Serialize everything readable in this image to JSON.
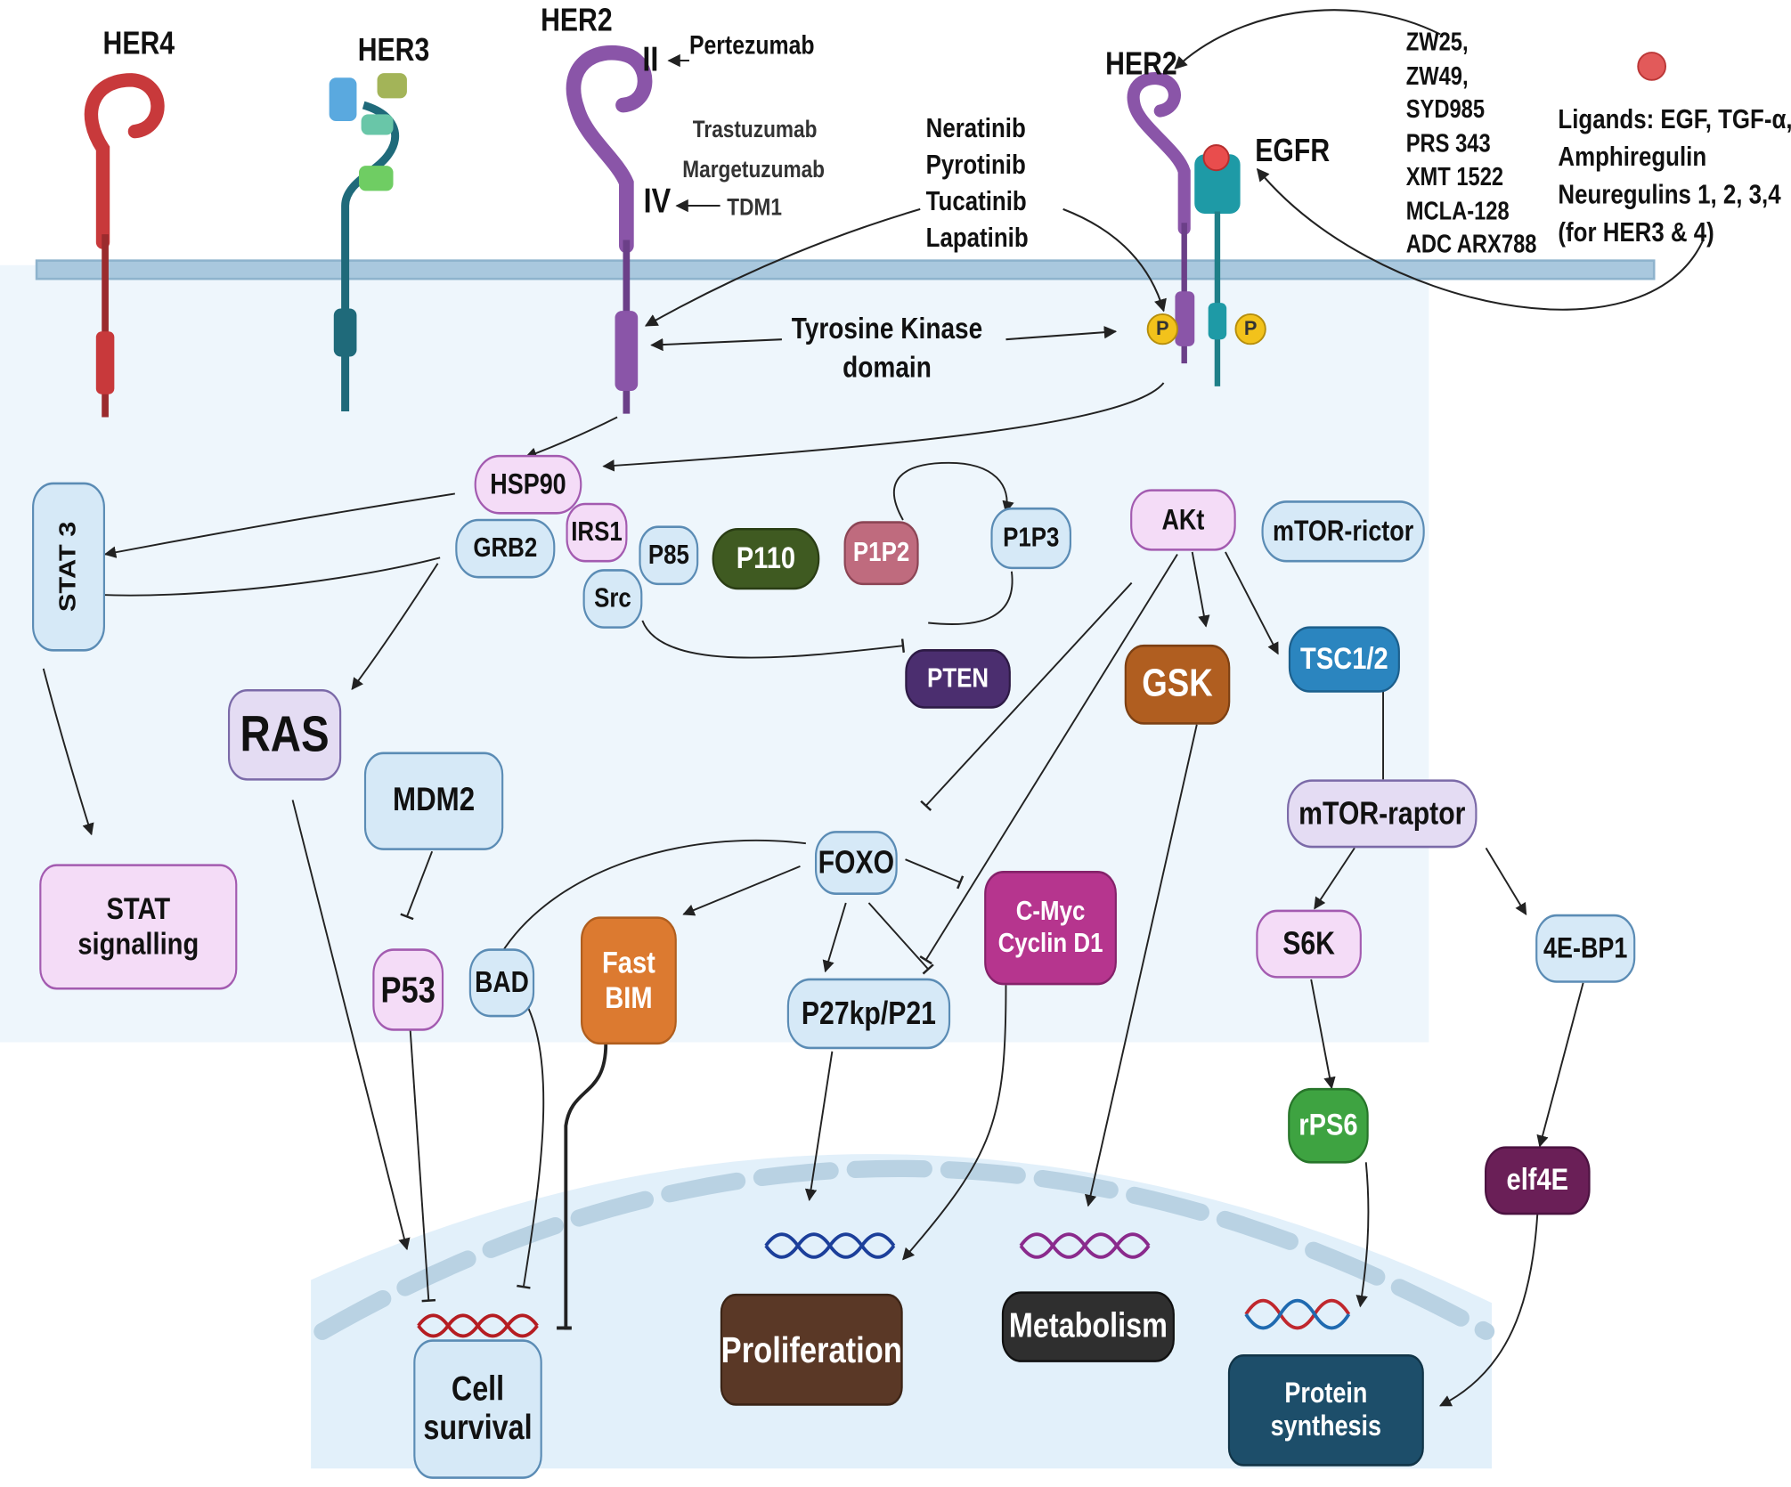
{
  "receptors": {
    "her4": "HER4",
    "her3": "HER3",
    "her2": "HER2",
    "her2_right": "HER2",
    "egfr": "EGFR"
  },
  "domains": {
    "ii": "II",
    "iv": "IV"
  },
  "drugs": {
    "pertezumab": "Pertezumab",
    "antibodies": [
      "Trastuzumab",
      "Margetuzumab",
      "TDM1"
    ],
    "tki": [
      "Neratinib",
      "Pyrotinib",
      "Tucatinib",
      "Lapatinib"
    ],
    "investigational": [
      "ZW25,",
      "ZW49,",
      "SYD985",
      "PRS 343",
      "XMT 1522",
      "MCLA-128",
      "ADC ARX788"
    ]
  },
  "ligands": [
    "Ligands: EGF, TGF-α,",
    "Amphiregulin",
    "Neuregulins 1, 2, 3,4",
    "(for HER3 & 4)"
  ],
  "kinase_domain": [
    "Tyrosine Kinase",
    "domain"
  ],
  "phospho": "P",
  "nodes": {
    "hsp90": "HSP90",
    "stat3": "STAT 3",
    "grb2": "GRB2",
    "irs1": "IRS1",
    "p85": "P85",
    "p110": "P110",
    "src": "Src",
    "p1p2": "P1P2",
    "p1p3": "P1P3",
    "pten": "PTEN",
    "akt": "AKt",
    "mtor_rictor": "mTOR-rictor",
    "gsk": "GSK",
    "tsc": "TSC1/2",
    "ras": "RAS",
    "mdm2": "MDM2",
    "mtor_raptor": "mTOR-raptor",
    "stat_signalling": [
      "STAT",
      "signalling"
    ],
    "foxo": "FOXO",
    "c_myc": [
      "C-Myc",
      "Cyclin D1"
    ],
    "s6k": "S6K",
    "ebp1": "4E-BP1",
    "p53": "P53",
    "bad": "BAD",
    "fast_bim": [
      "Fast",
      "BIM"
    ],
    "p27": "P27kp/P21",
    "rps6": "rPS6",
    "elf4e": "elf4E"
  },
  "outcomes": {
    "cell_survival": [
      "Cell",
      "survival"
    ],
    "proliferation": "Proliferation",
    "metabolism": "Metabolism",
    "protein_synthesis": [
      "Protein",
      "synthesis"
    ]
  },
  "colors": {
    "membrane": "#a9c8de",
    "cytoplasm": "#eef6fc",
    "nucleus": "#e0eff9",
    "her4": "#c8393b",
    "her3": "#1f6a7a",
    "her2": "#8a55a8",
    "egfr": "#1e9aa6",
    "phospho": "#f2c21b"
  }
}
